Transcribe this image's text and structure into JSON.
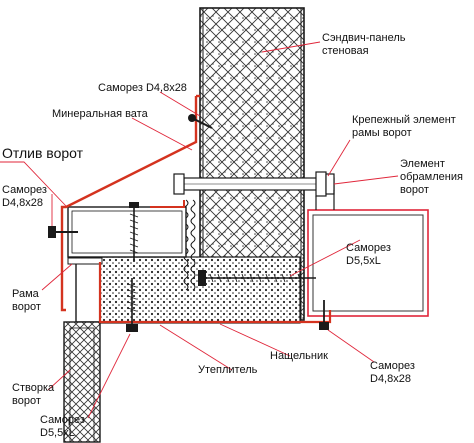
{
  "labels": {
    "sandwich_panel": [
      "Сэндвич-панель",
      "стеновая"
    ],
    "screw_top": "Саморез D4,8x28",
    "mineral_wool": "Минеральная вата",
    "fastener": [
      "Крепежный элемент",
      "рамы ворот"
    ],
    "flashing": "Отлив ворот",
    "framing": [
      "Элемент",
      "обрамления",
      "ворот"
    ],
    "screw_left": [
      "Саморез",
      "D4,8x28"
    ],
    "screw_mid_right": [
      "Саморез",
      "D5,5xL"
    ],
    "gate_frame": [
      "Рама",
      "ворот"
    ],
    "insulation": "Утеплитель",
    "cover_strip": "Нащельник",
    "screw_bottom_right": [
      "Саморез",
      "D4,8x28"
    ],
    "gate_leaf": [
      "Створка",
      "ворот"
    ],
    "screw_bottom_left": [
      "Саморез",
      "D5,5xL"
    ]
  },
  "colors": {
    "flashing_line": "#d4331f",
    "leader_line": "#e0263a",
    "outline": "#1a1a1a",
    "framing_outline": "#e0263a"
  }
}
